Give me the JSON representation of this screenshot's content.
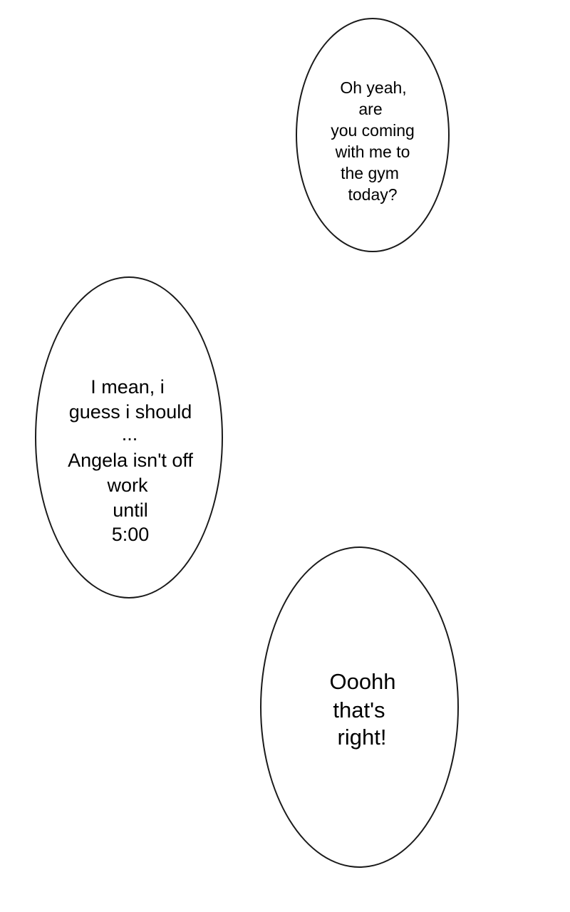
{
  "bubbles": [
    {
      "lines": [
        "Oh yeah,",
        "are",
        "you coming",
        "with me to",
        "the gym",
        "today?"
      ]
    },
    {
      "lines": [
        "I mean, i",
        "guess i should",
        "...",
        "Angela isn't off",
        "work",
        "until",
        "5:00"
      ]
    },
    {
      "lines": [
        "Ooohh",
        "that's",
        "right!"
      ]
    }
  ]
}
